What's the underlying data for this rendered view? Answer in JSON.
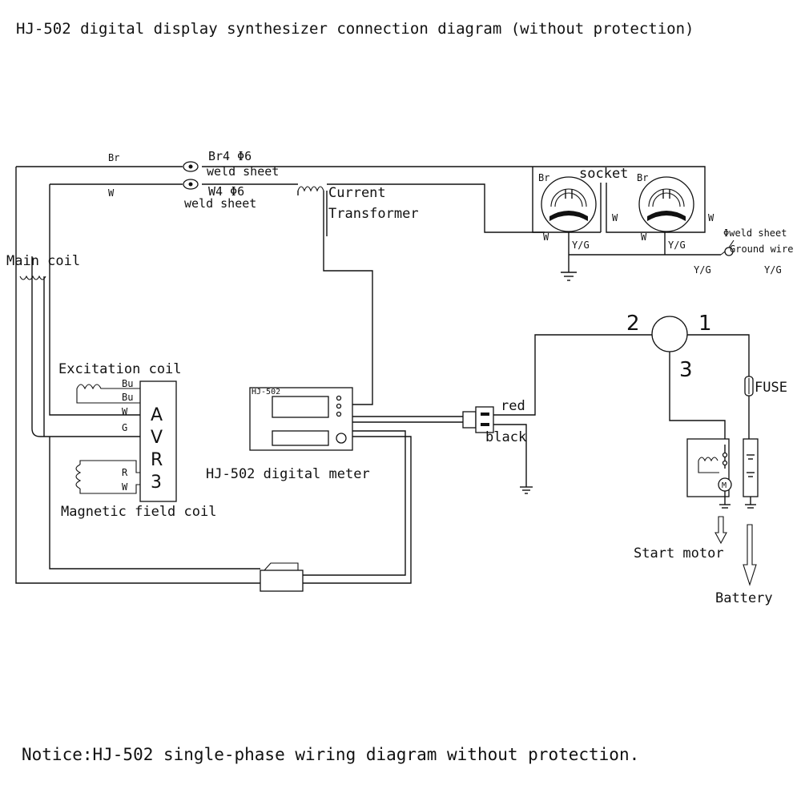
{
  "title": "HJ-502 digital display synthesizer connection diagram (without protection)",
  "notice": "Notice:HJ-502 single-phase wiring diagram without protection.",
  "labels": {
    "br_left": "Br",
    "w_left": "W",
    "br4": "Br4 Φ6",
    "w4": "W4 Φ6",
    "weld_sheet_1": "weld sheet",
    "weld_sheet_2": "weld sheet",
    "current_transformer_1": "Current",
    "current_transformer_2": "Transformer",
    "main_coil": "Main coil",
    "excitation_coil": "Excitation coil",
    "magnetic_field_coil": "Magnetic field coil",
    "avr_letters": [
      "A",
      "V",
      "R",
      "3"
    ],
    "avr_pins": [
      "Bu",
      "Bu",
      "W",
      "G",
      "R",
      "W"
    ],
    "meter_model": "HJ-502",
    "meter_label": "HJ-502 digital meter",
    "socket": "socket",
    "socket_br_1": "Br",
    "socket_br_2": "Br",
    "socket_w_1": "W",
    "socket_w_2": "W",
    "socket_w_3": "W",
    "socket_w_4": "W",
    "socket_yg_1": "Y/G",
    "socket_yg_2": "Y/G",
    "yg_3": "Y/G",
    "yg_4": "Y/G",
    "weld_sheet_ground": "Φweld sheet",
    "ground_wire": "Ground wire",
    "red": "red",
    "black": "black",
    "switch_pin_1": "1",
    "switch_pin_2": "2",
    "switch_pin_3": "3",
    "fuse": "FUSE",
    "start_motor": "Start motor",
    "battery": "Battery",
    "motor_m": "M"
  }
}
